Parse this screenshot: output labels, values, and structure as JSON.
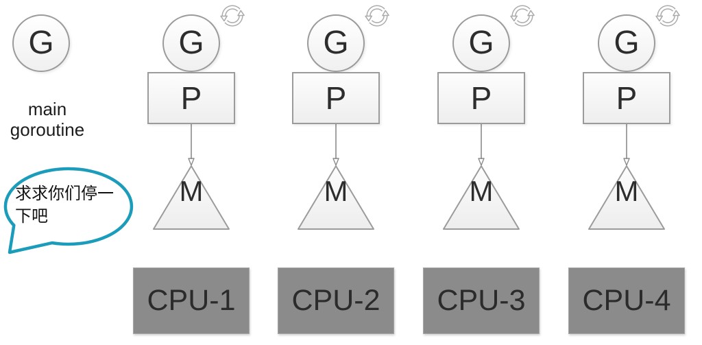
{
  "palette": {
    "bubble_stroke": "#1b9cba",
    "shape_border": "#9b9b9b",
    "shape_fill": "#f0f0f0",
    "cpu_fill": "#8b8b8b",
    "cpu_text": "#2b2b2b",
    "letter_text": "#2d2d2d",
    "connector": "#8a8a8a",
    "refresh_icon_gray": "#ababab"
  },
  "legend": {
    "main_goroutine_letter": "G",
    "main_goroutine_label": "main goroutine",
    "bubble_text": "求求你们停一下吧"
  },
  "icons": {
    "refresh": "refresh-icon",
    "speech_bubble": "speech-bubble",
    "down_arrow": "down-arrow-connector"
  },
  "columns": [
    {
      "g": "G",
      "p": "P",
      "m": "M",
      "cpu": "CPU-1"
    },
    {
      "g": "G",
      "p": "P",
      "m": "M",
      "cpu": "CPU-2"
    },
    {
      "g": "G",
      "p": "P",
      "m": "M",
      "cpu": "CPU-3"
    },
    {
      "g": "G",
      "p": "P",
      "m": "M",
      "cpu": "CPU-4"
    }
  ]
}
